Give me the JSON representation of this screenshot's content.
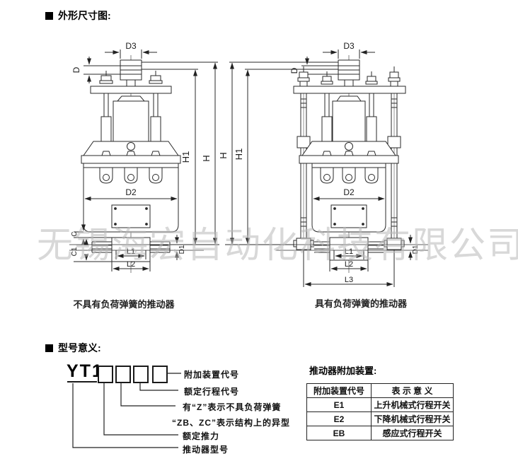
{
  "page": {
    "watermark": "无锡海宏自动化科技有限公司"
  },
  "dimensions_section": {
    "title": "外形尺寸图:"
  },
  "drawings": {
    "left": {
      "caption": "不具有负荷弹簧的推动器",
      "dims": {
        "d3": "D3",
        "d": "D",
        "h1": "H1",
        "h": "H",
        "d2": "D2",
        "l1": "L1",
        "l2": "L2",
        "c": "C",
        "c1": "C1",
        "d1": "D1"
      }
    },
    "right": {
      "caption": "具有负荷弹簧的推动器",
      "dims": {
        "d3": "D3",
        "d": "D",
        "h1": "H1",
        "h": "H",
        "d2": "D2",
        "l1": "L1",
        "l2": "L2",
        "l3": "L3",
        "d1": "D1"
      }
    }
  },
  "model_section": {
    "title": "型号意义:",
    "code": "YT1",
    "callouts": [
      "附加装置代号",
      "额定行程代号",
      "有“Z”表示不具负荷弹簧",
      "“ZB、ZC”表示结构上的异型",
      "额定推力",
      "推动器型号"
    ]
  },
  "accessories_table": {
    "title": "推动器附加装置:",
    "headers": [
      "附加装置代号",
      "表 示 意 义"
    ],
    "rows": [
      {
        "code": "E1",
        "meaning": "上升机械式行程开关"
      },
      {
        "code": "E2",
        "meaning": "下降机械式行程开关"
      },
      {
        "code": "EB",
        "meaning": "感应式行程开关"
      }
    ]
  }
}
